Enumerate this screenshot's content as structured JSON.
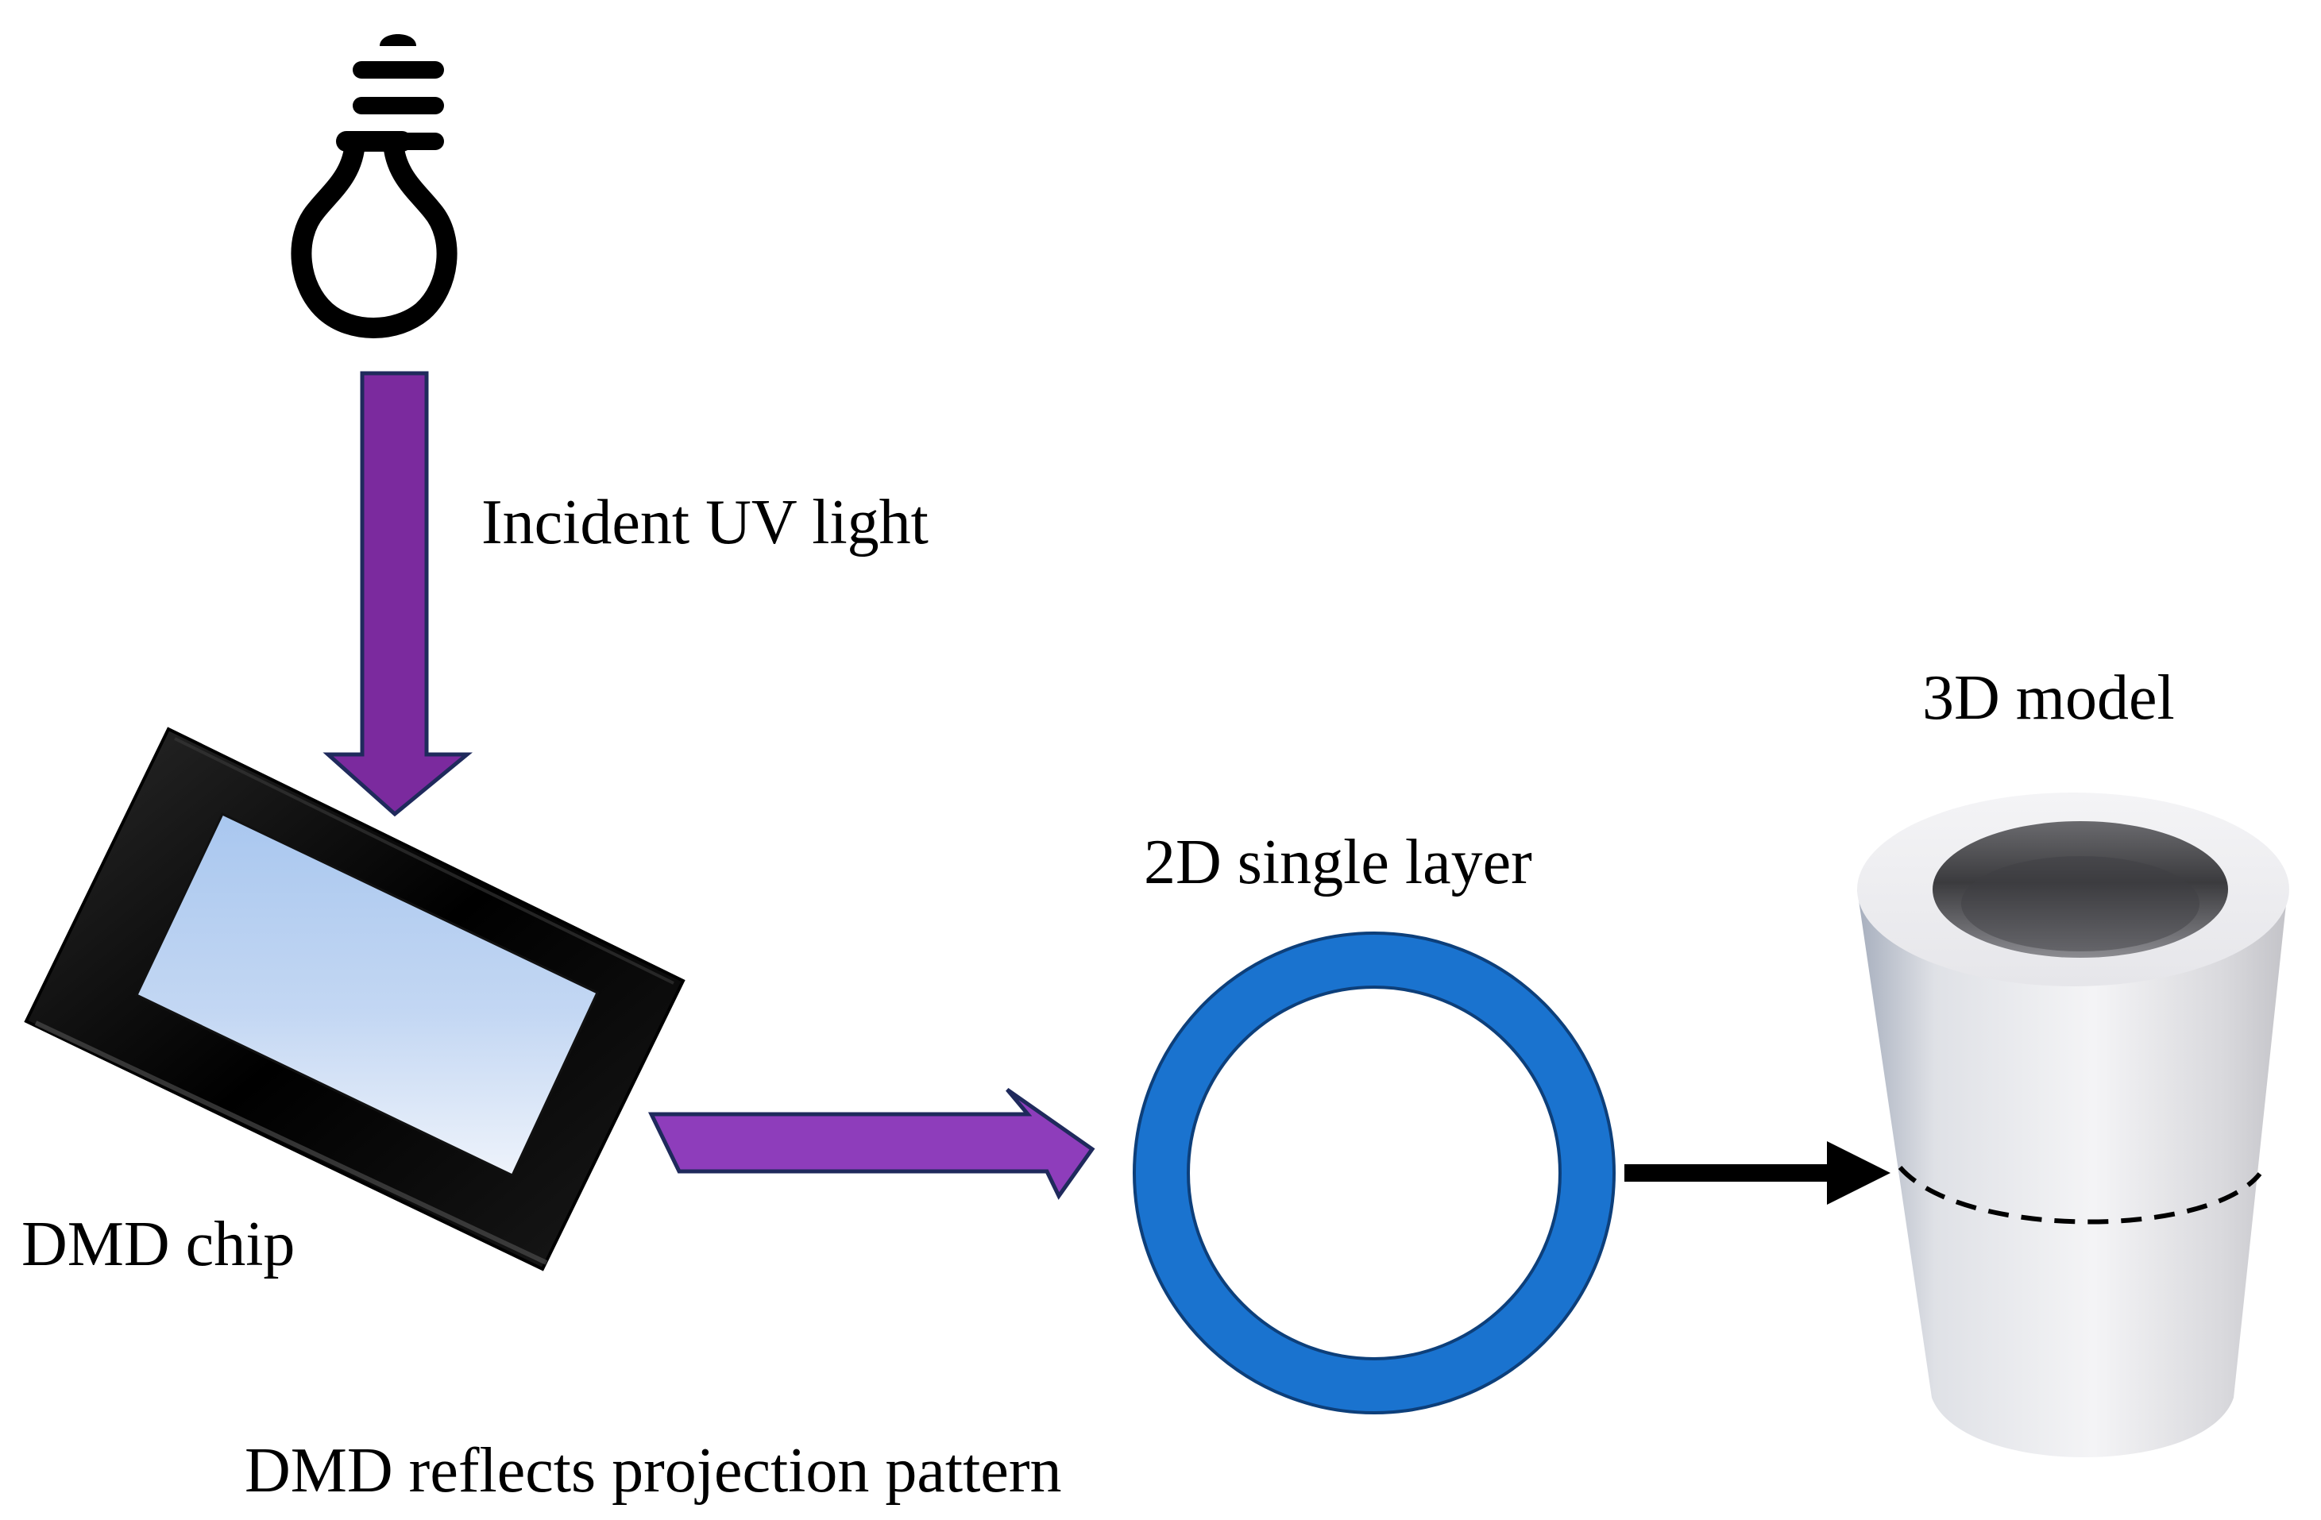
{
  "labels": {
    "incident": "Incident UV light",
    "dmd_chip": "DMD chip",
    "reflects": "DMD reflects projection pattern",
    "single_layer": "2D single layer",
    "model": "3D model"
  },
  "colors": {
    "uv_arrow": "#7b2a9e",
    "uv_arrow_outline": "#1f2a5c",
    "reflected_arrow": "#8e3dbb",
    "ring": "#1a73cf",
    "ring_outline": "#0d3f7a",
    "chip_frame": "#000000",
    "chip_glass_top": "#a9c7ef",
    "chip_glass_bottom": "#e6eefa",
    "connector_arrow": "#000000",
    "cylinder_light": "#f6f6f8",
    "cylinder_shadow": "#a9adb8"
  }
}
